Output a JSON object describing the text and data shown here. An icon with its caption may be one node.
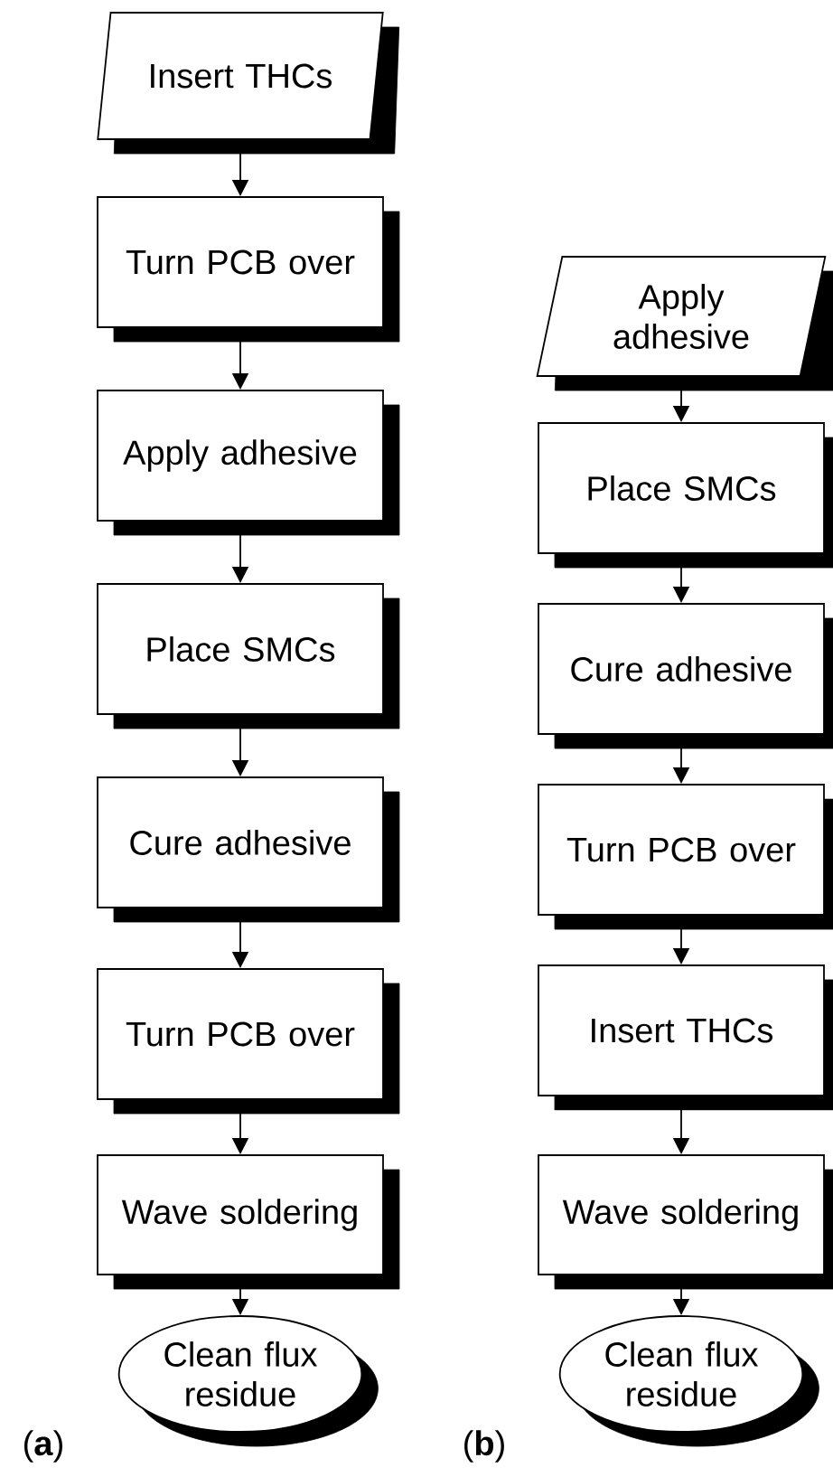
{
  "diagram": {
    "nodes": [
      {
        "text": [
          "Insert THCs"
        ]
      },
      {
        "text": [
          "Turn PCB over"
        ]
      },
      {
        "text": [
          "Apply adhesive"
        ]
      },
      {
        "text": [
          "Place SMCs"
        ]
      },
      {
        "text": [
          "Cure adhesive"
        ]
      },
      {
        "text": [
          "Turn PCB over"
        ]
      },
      {
        "text": [
          "Wave soldering"
        ]
      },
      {
        "text": [
          "Clean flux residue"
        ]
      },
      {
        "text": [
          "Apply adhesive"
        ]
      },
      {
        "text": [
          "Place SMCs"
        ]
      },
      {
        "text": [
          "Cure adhesive"
        ]
      },
      {
        "text": [
          "Turn PCB over"
        ]
      },
      {
        "text": [
          "Insert THCs"
        ]
      },
      {
        "text": [
          "Wave soldering"
        ]
      },
      {
        "text": [
          "Clean flux residue"
        ]
      }
    ],
    "edges": [
      {
        "from": 0,
        "to": 1,
        "arrow": "to"
      },
      {
        "from": 1,
        "to": 2,
        "arrow": "to"
      },
      {
        "from": 2,
        "to": 3,
        "arrow": "to"
      },
      {
        "from": 3,
        "to": 4,
        "arrow": "to"
      },
      {
        "from": 4,
        "to": 5,
        "arrow": "to"
      },
      {
        "from": 5,
        "to": 6,
        "arrow": "to"
      },
      {
        "from": 6,
        "to": 7,
        "arrow": "to"
      },
      {
        "from": 8,
        "to": 9,
        "arrow": "to"
      },
      {
        "from": 9,
        "to": 10,
        "arrow": "to"
      },
      {
        "from": 10,
        "to": 11,
        "arrow": "to"
      },
      {
        "from": 11,
        "to": 12,
        "arrow": "to"
      },
      {
        "from": 12,
        "to": 13,
        "arrow": "to"
      },
      {
        "from": 13,
        "to": 14,
        "arrow": "to"
      }
    ],
    "labels": [
      "(**a**)",
      "(**b**)"
    ]
  }
}
